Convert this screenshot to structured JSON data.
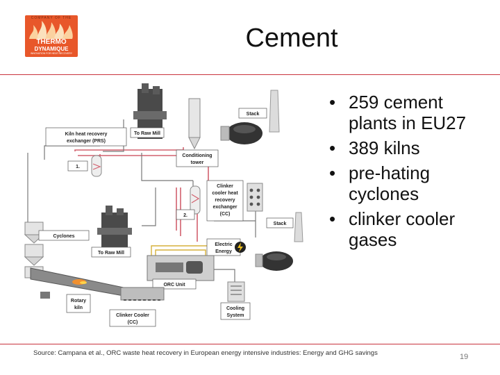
{
  "slide": {
    "title": "Cement",
    "page_number": "19",
    "source": "Source: Campana et al., ORC waste heat recovery in European energy intensive industries: Energy and GHG savings"
  },
  "logo": {
    "top_text": "COMPANY OF THE",
    "line1": "THERMO",
    "line2": "DYNAMIQUE",
    "tagline": "INNOVATION FOR HEAT RECOVERY"
  },
  "bullets": [
    "259 cement plants in EU27",
    "389 kilns",
    "pre-hating cyclones",
    "clinker cooler gases"
  ],
  "diagram": {
    "labels": {
      "kiln_hx_line1": "Kiln heat recovery",
      "kiln_hx_line2": "exchanger (PRS)",
      "to_raw_mill_top": "To Raw Mill",
      "stack_top": "Stack",
      "conditioning_line1": "Conditioning",
      "conditioning_line2": "tower",
      "marker_1": "1.",
      "clinker_hx_line1": "Clinker",
      "clinker_hx_line2": "cooler heat",
      "clinker_hx_line3": "recovery",
      "clinker_hx_line4": "exchanger",
      "clinker_hx_line5": "(CC)",
      "marker_2": "2.",
      "stack_bottom": "Stack",
      "cyclones": "Cyclones",
      "to_raw_mill_bottom": "To Raw Mill",
      "electric_line1": "Electric",
      "electric_line2": "Energy",
      "orc_unit": "ORC Unit",
      "rotary_line1": "Rotary",
      "rotary_line2": "kiln",
      "clinker_cooler_line1": "Clinker Cooler",
      "clinker_cooler_line2": "(CC)",
      "cooling_line1": "Cooling",
      "cooling_line2": "System"
    }
  }
}
